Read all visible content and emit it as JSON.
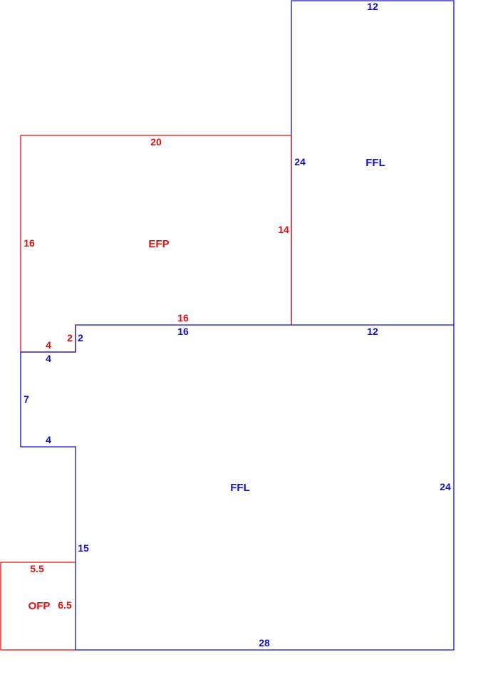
{
  "colors": {
    "blue": "#1010c8",
    "red": "#e01010",
    "background": "#ffffff"
  },
  "areas": {
    "ffl_upper": {
      "name": "FFL",
      "color": "blue"
    },
    "efp": {
      "name": "EFP",
      "color": "red"
    },
    "ffl_main": {
      "name": "FFL",
      "color": "blue"
    },
    "ofp": {
      "name": "OFP",
      "color": "red"
    }
  },
  "dimensions": {
    "ffl_upper_top": "12",
    "ffl_upper_left": "24",
    "ffl_upper_bottom": "12",
    "efp_top": "20",
    "efp_left": "16",
    "efp_right": "14",
    "efp_bottom": "16",
    "efp_notch_bottom": "4",
    "efp_notch_side": "2",
    "ffl_notch_side": "2",
    "ffl_main_top": "16",
    "ffl_notch_top": "4",
    "ffl_left_upper": "7",
    "ffl_left_step": "4",
    "ffl_left_lower": "15",
    "ffl_main_right": "24",
    "ffl_main_bottom": "28",
    "ofp_top": "5.5",
    "ofp_right": "6.5"
  }
}
